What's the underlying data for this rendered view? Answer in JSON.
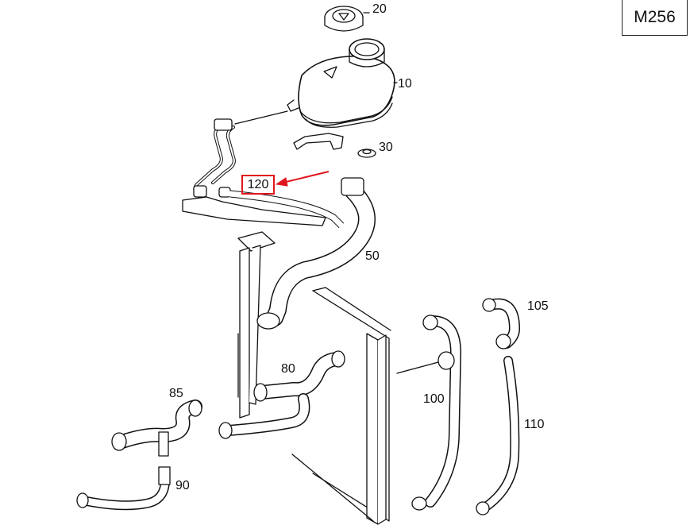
{
  "model_code": "M256",
  "highlight": {
    "label": "120",
    "color": "#e0161e"
  },
  "parts": [
    {
      "label": "20",
      "name": "reservoir-cap"
    },
    {
      "label": "10",
      "name": "expansion-tank"
    },
    {
      "label": "30",
      "name": "rubber-grommet"
    },
    {
      "label": "50",
      "name": "upper-hose"
    },
    {
      "label": "105",
      "name": "hose-105"
    },
    {
      "label": "80",
      "name": "hose-80"
    },
    {
      "label": "85",
      "name": "hose-85"
    },
    {
      "label": "100",
      "name": "hose-100"
    },
    {
      "label": "110",
      "name": "hose-110"
    },
    {
      "label": "90",
      "name": "hose-90"
    }
  ]
}
